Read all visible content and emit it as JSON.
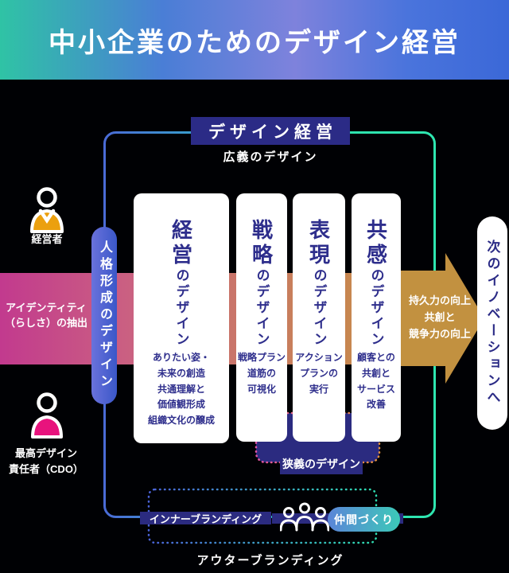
{
  "banner": {
    "title": "中小企業のためのデザイン経営"
  },
  "header": {
    "badge": "デザイン経営",
    "subtitle": "広義のデザイン"
  },
  "left": {
    "manager_label": "経営者",
    "identity_label": "アイデンティティ\n（らしさ）の抽出",
    "cdo_label": "最高デザイン\n責任者（CDO）"
  },
  "pill": {
    "label": "人格形成のデザイン"
  },
  "columns": [
    {
      "title": "経営",
      "suffix": "のデザイン",
      "desc": "ありたい姿・\n未来の創造\n共通理解と\n価値観形成\n組織文化の醸成"
    },
    {
      "title": "戦略",
      "suffix": "のデザイン",
      "desc": "戦略プラン\n道筋の\n可視化"
    },
    {
      "title": "表現",
      "suffix": "のデザイン",
      "desc": "アクション\nプランの\n実行"
    },
    {
      "title": "共感",
      "suffix": "のデザイン",
      "desc": "顧客との\n共創と\nサービス\n改善"
    }
  ],
  "arrow": {
    "label": "持久力の向上\n共創と\n競争力の向上"
  },
  "right_pill": {
    "label": "次のイノベーションへ"
  },
  "narrow": {
    "label": "狭義のデザイン"
  },
  "bottom": {
    "inner": "インナーブランディング",
    "companions": "仲間づくり",
    "outer": "アウターブランディング"
  },
  "icons": {
    "manager": "person-icon",
    "cdo": "person-icon",
    "companions": "people-group-icon"
  },
  "colors": {
    "background": "#000104",
    "banner_teal": "#2fc3a5",
    "banner_blue": "#3b68d8",
    "banner_purple": "#7e82dc",
    "indigo_badge": "#2b2b86",
    "column_text": "#2e2e8c",
    "band_magenta": "#c23a8e",
    "band_orange": "#c68e45",
    "arrow_tan": "#c29140",
    "frame_blue": "#3a57c8",
    "frame_teal": "#2ee6b0",
    "manager_body": "#eba00f",
    "cdo_body": "#e8137d"
  }
}
